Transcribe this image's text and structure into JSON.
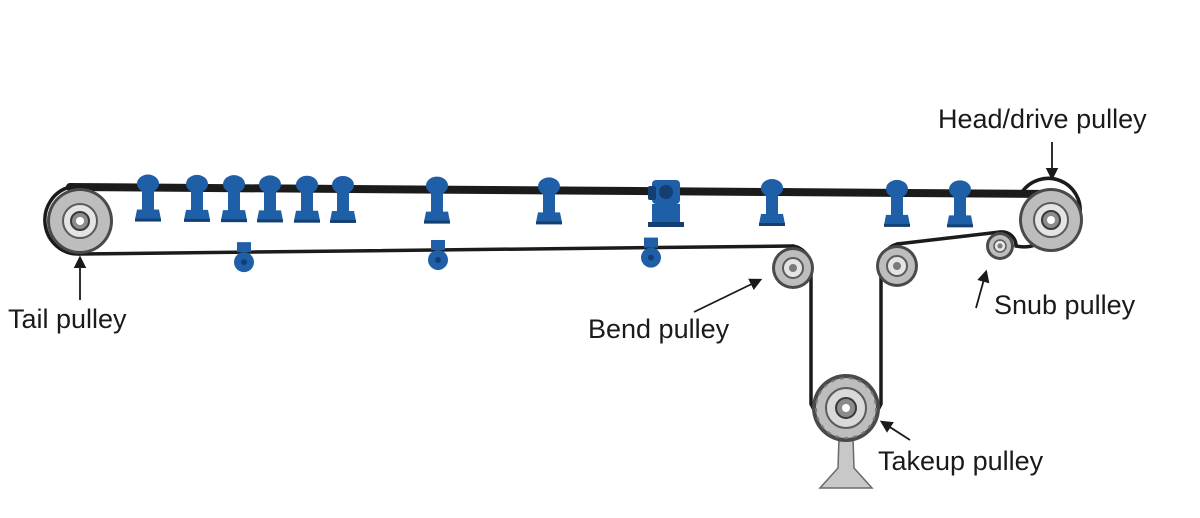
{
  "labels": {
    "head_drive_pulley": "Head/drive pulley",
    "tail_pulley": "Tail pulley",
    "bend_pulley": "Bend pulley",
    "snub_pulley": "Snub pulley",
    "takeup_pulley": "Takeup pulley"
  },
  "colors": {
    "belt": "#1b1b1b",
    "idler": "#1f5fa8",
    "idler_dark": "#143f72",
    "pulley_rim": "#4a4a4a",
    "pulley_face": "#b9b9b9",
    "pulley_hub": "#8c8c8c",
    "stand": "#c8c8c8"
  },
  "icons": {
    "idler": "carrying-idler-icon",
    "return_idler": "return-idler-icon",
    "drive_motor": "drive-motor-icon",
    "pulley": "pulley-icon",
    "arrow": "arrow-icon"
  }
}
